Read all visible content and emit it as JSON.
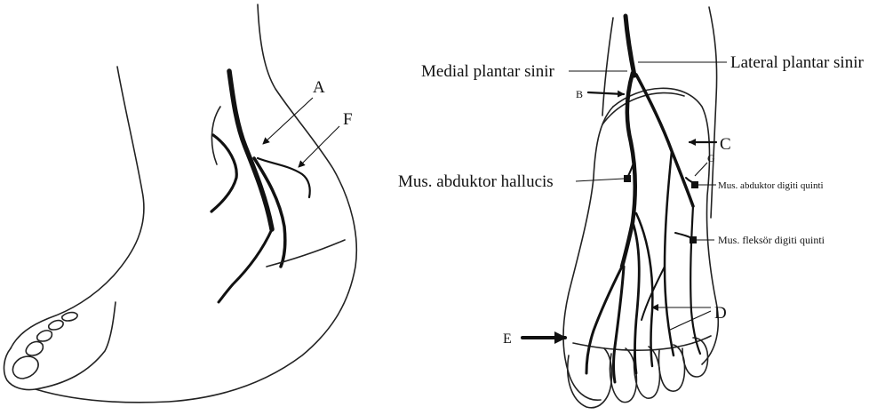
{
  "left_figure": {
    "labels": {
      "a": "A",
      "f": "F"
    }
  },
  "right_figure": {
    "labels": {
      "medial_plantar": "Medial plantar sinir",
      "lateral_plantar": "Lateral plantar sinir",
      "b": "B",
      "c": "C",
      "g": "G",
      "d": "D",
      "e": "E",
      "abductor_hallucis": "Mus. abduktor hallucis",
      "abductor_digiti_quinti": "Mus. abduktor digiti quinti",
      "flexor_digiti_quinti": "Mus. fleksör digiti quinti"
    }
  },
  "colors": {
    "ink": "#111111",
    "background": "#ffffff"
  }
}
